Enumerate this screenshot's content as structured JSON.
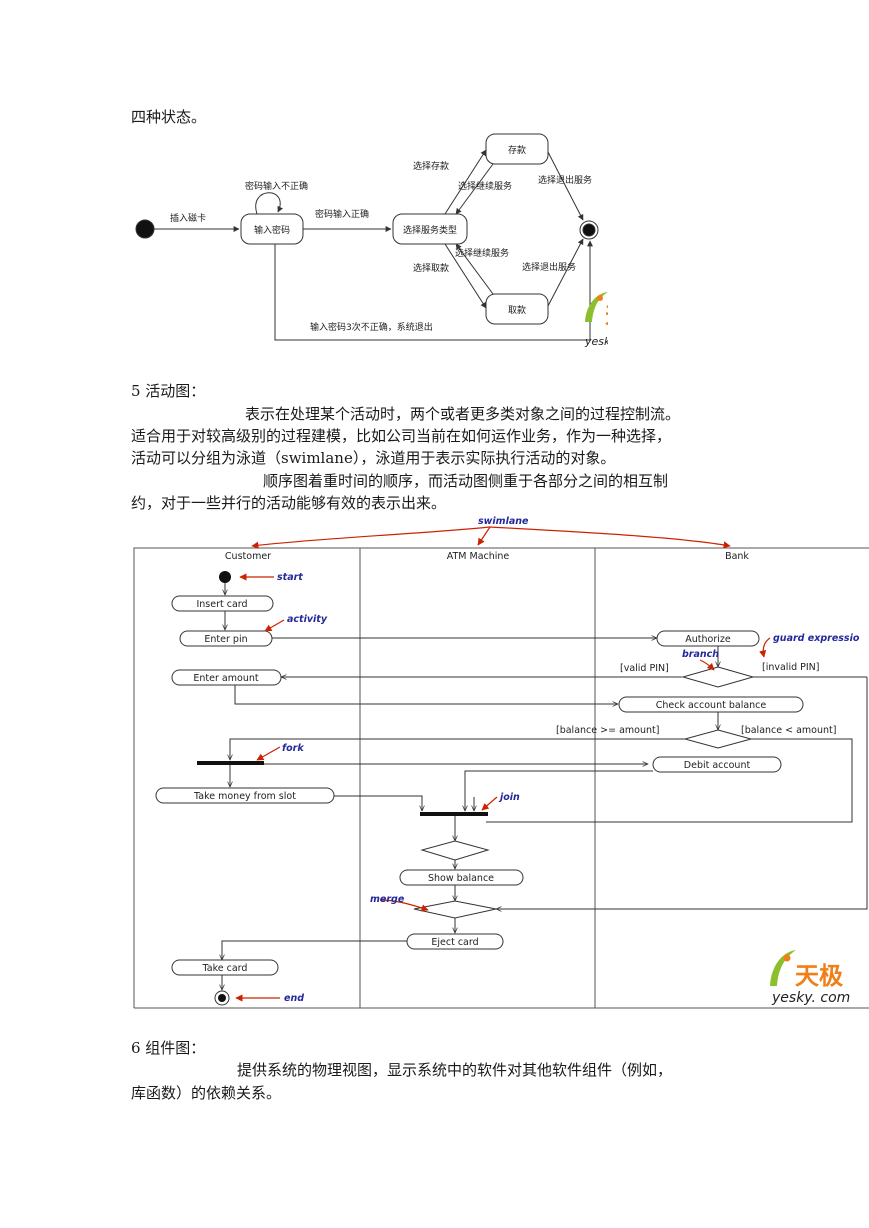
{
  "paragraphs": {
    "p0": "四种状态。",
    "h5": "5 活动图：",
    "p5a": "表示在处理某个活动时，两个或者更多类对象之间的过程控制流。",
    "p5b": "适合用于对较高级别的过程建模，比如公司当前在如何运作业务，作为一种选择，",
    "p5c": "活动可以分组为泳道（swimlane），泳道用于表示实际执行活动的对象。",
    "p5d": "顺序图着重时间的顺序，而活动图侧重于各部分之间的相互制",
    "p5e": "约，对于一些并行的活动能够有效的表示出来。",
    "h6": "6 组件图：",
    "p6a": "提供系统的物理视图，显示系统中的软件对其他软件组件（例如，",
    "p6b": "库函数）的依赖关系。"
  },
  "state_diagram": {
    "states": {
      "enter_pin": "输入密码",
      "select_service": "选择服务类型",
      "deposit": "存款",
      "withdraw": "取款"
    },
    "transitions": {
      "insert_card": "插入磁卡",
      "pin_incorrect": "密码输入不正确",
      "pin_correct": "密码输入正确",
      "choose_deposit": "选择存款",
      "continue_1": "选择继续服务",
      "exit_1": "选择退出服务",
      "continue_2": "选择继续服务",
      "choose_withdraw": "选择取款",
      "exit_2": "选择退出服务",
      "fail_3x": "输入密码3次不正确，系统退出"
    },
    "watermark": {
      "brand": "天极",
      "site": "yesky. com"
    }
  },
  "activity_diagram": {
    "lanes": [
      "Customer",
      "ATM Machine",
      "Bank"
    ],
    "swimlane_label": "swimlane",
    "activities": {
      "insert_card": "Insert card",
      "enter_pin": "Enter pin",
      "enter_amount": "Enter amount",
      "take_money": "Take money from slot",
      "take_card": "Take card",
      "show_balance": "Show balance",
      "eject_card": "Eject card",
      "authorize": "Authorize",
      "check_balance": "Check account balance",
      "debit": "Debit account"
    },
    "guards": {
      "valid_pin": "[valid PIN]",
      "invalid_pin": "[invalid PIN]",
      "balance_ok": "[balance >= amount]",
      "balance_low": "[balance < amount]"
    },
    "annotations": {
      "start": "start",
      "activity": "activity",
      "branch": "branch",
      "guard": "guard expressio",
      "fork": "fork",
      "join": "join",
      "merge": "merge",
      "end": "end"
    },
    "watermark": {
      "brand": "天极",
      "site": "yesky. com"
    }
  }
}
